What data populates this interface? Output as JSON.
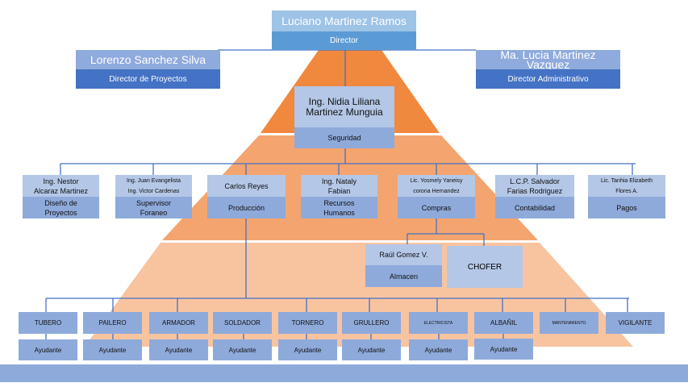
{
  "colors": {
    "pyramid_top": "#f0883e",
    "pyramid_middle": "#f4a46e",
    "pyramid_bottom": "#f8c4a0",
    "box_light": "#b4c7e7",
    "box_medium": "#8eaadb",
    "exec_light": "#8faadc",
    "exec_dark": "#4472c4",
    "connector": "#4472c4"
  },
  "director": {
    "name": "Luciano Martinez Ramos",
    "role": "Director"
  },
  "executives": [
    {
      "name": "Lorenzo Sanchez Silva",
      "role": "Director de Proyectos"
    },
    {
      "name": "Ma. Lucia Martinez Vazquez",
      "role": "Director Administrativo"
    }
  ],
  "safety": {
    "name": "Ing. Nidia Liliana Martinez Munguia",
    "role": "Seguridad"
  },
  "departments": [
    {
      "name_lines": [
        "Ing. Nestor",
        "Alcaraz Martinez"
      ],
      "role_lines": [
        "Diseño de",
        "Proyectos"
      ]
    },
    {
      "name_lines": [
        "Ing. Juan Evangelista",
        "Ing. Victor Cardenas"
      ],
      "role_lines": [
        "Supervisor",
        "Foraneo"
      ]
    },
    {
      "name_lines": [
        "Carlos Reyes"
      ],
      "role_lines": [
        "Producción"
      ]
    },
    {
      "name_lines": [
        "Ing. Nataly",
        "Fabian"
      ],
      "role_lines": [
        "Recursos",
        "Humanos"
      ]
    },
    {
      "name_lines": [
        "Lic. Yosmely Yaneisy",
        "corona Hernandez"
      ],
      "role_lines": [
        "Compras"
      ]
    },
    {
      "name_lines": [
        "L.C.P. Salvador",
        "Farias Rodriguez"
      ],
      "role_lines": [
        "Contabilidad"
      ]
    },
    {
      "name_lines": [
        "Lic. Tanhia Elizabeth",
        "Flores A."
      ],
      "role_lines": [
        "Pagos"
      ]
    }
  ],
  "purchasing_staff": [
    {
      "name": "Raúl Gomez V.",
      "role": "Almacen"
    },
    {
      "name": "CHOFER"
    }
  ],
  "trades": [
    {
      "title": "TUBERO",
      "helper": "Ayudante"
    },
    {
      "title": "PAILERO",
      "helper": "Ayudante"
    },
    {
      "title": "ARMADOR",
      "helper": "Ayudante"
    },
    {
      "title": "SOLDADOR",
      "helper": "Ayudante"
    },
    {
      "title": "TORNERO",
      "helper": "Ayudante"
    },
    {
      "title": "GRULLERO",
      "helper": "Ayudante"
    },
    {
      "title": "ELECTRICISTA",
      "helper": "Ayudante"
    },
    {
      "title": "ALBAÑIL",
      "helper": "Ayudante"
    },
    {
      "title": "MANTENIMIENTO"
    },
    {
      "title": "VIGILANTE"
    }
  ]
}
